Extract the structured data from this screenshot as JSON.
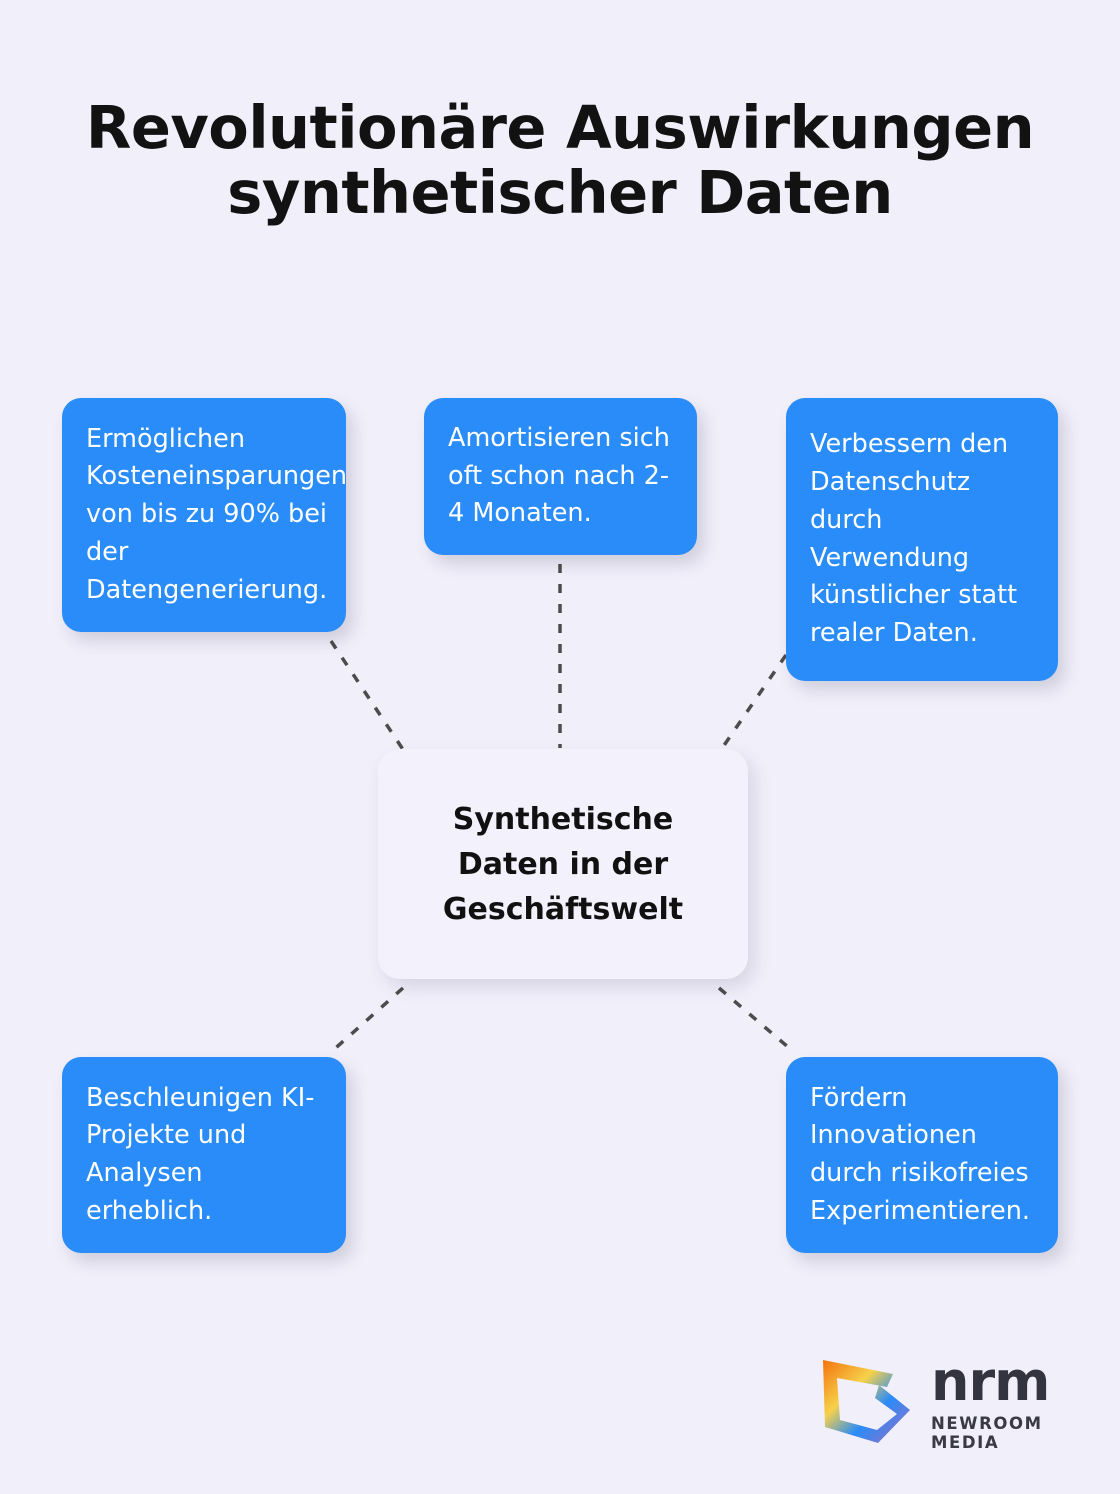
{
  "background_color": "#f1effa",
  "accent_color": "#2a8cf8",
  "connector_color": "#4c4c4c",
  "title": "Revolutionäre Auswirkungen\nsynthetischer Daten",
  "center": {
    "label": "Synthetische\nDaten in der\nGeschäftswelt",
    "background_color": "#f3f1fb",
    "text_color": "#111111"
  },
  "nodes": [
    {
      "id": "cost-savings",
      "text": "Ermöglichen\nKosteneinsparungen\nvon bis zu 90% bei\nder\nDatengenerierung."
    },
    {
      "id": "amortisation",
      "text": "Amortisieren sich\noft schon nach 2-\n4 Monaten."
    },
    {
      "id": "data-privacy",
      "text": "Verbessern den\nDatenschutz\ndurch\nVerwendung\nkünstlicher statt\nrealer Daten."
    },
    {
      "id": "ai-projects",
      "text": "Beschleunigen KI-\nProjekte und\nAnalysen\nerheblich."
    },
    {
      "id": "innovation",
      "text": "Fördern\nInnovationen\ndurch risikofreies\nExperimentieren."
    }
  ],
  "logo": {
    "wordmark": "nrm",
    "tagline": "NEWROOM MEDIA",
    "mark_colors": {
      "orange": "#f2720c",
      "yellow": "#f7d14a",
      "blue": "#2a8cf8",
      "purple": "#a06bc0"
    }
  }
}
